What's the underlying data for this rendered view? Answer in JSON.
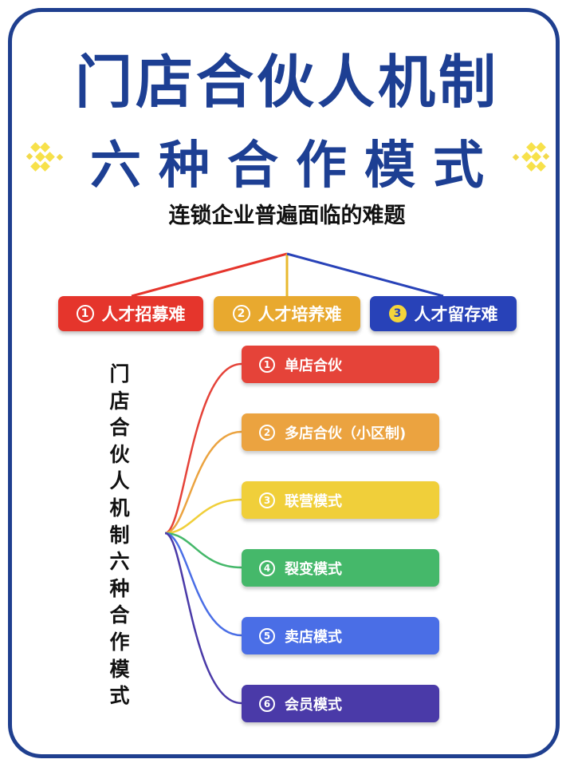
{
  "title_line1": "门店合伙人机制",
  "title_line2": "六种合作模式",
  "subtitle": "连锁企业普遍面临的难题",
  "problems": [
    {
      "num": "1",
      "label": "人才招募难",
      "color": "#e5352c"
    },
    {
      "num": "2",
      "label": "人才培养难",
      "color": "#e8a92f"
    },
    {
      "num": "3",
      "label": "人才留存难",
      "color": "#2842b8"
    }
  ],
  "vertical_title": [
    "门",
    "店",
    "合",
    "伙",
    "人",
    "机",
    "制",
    "六",
    "种",
    "合",
    "作",
    "模",
    "式"
  ],
  "modes": [
    {
      "num": "1",
      "label": "单店合伙",
      "color": "#e54339"
    },
    {
      "num": "2",
      "label": "多店合伙（小区制)",
      "color": "#eba340"
    },
    {
      "num": "3",
      "label": "联营模式",
      "color": "#f0cf3a"
    },
    {
      "num": "4",
      "label": "裂变模式",
      "color": "#45b86a"
    },
    {
      "num": "5",
      "label": "卖店模式",
      "color": "#4a6ee6"
    },
    {
      "num": "6",
      "label": "会员模式",
      "color": "#4a3aa8"
    }
  ],
  "colors": {
    "frame": "#1f3f8f",
    "title": "#1d3f93"
  }
}
